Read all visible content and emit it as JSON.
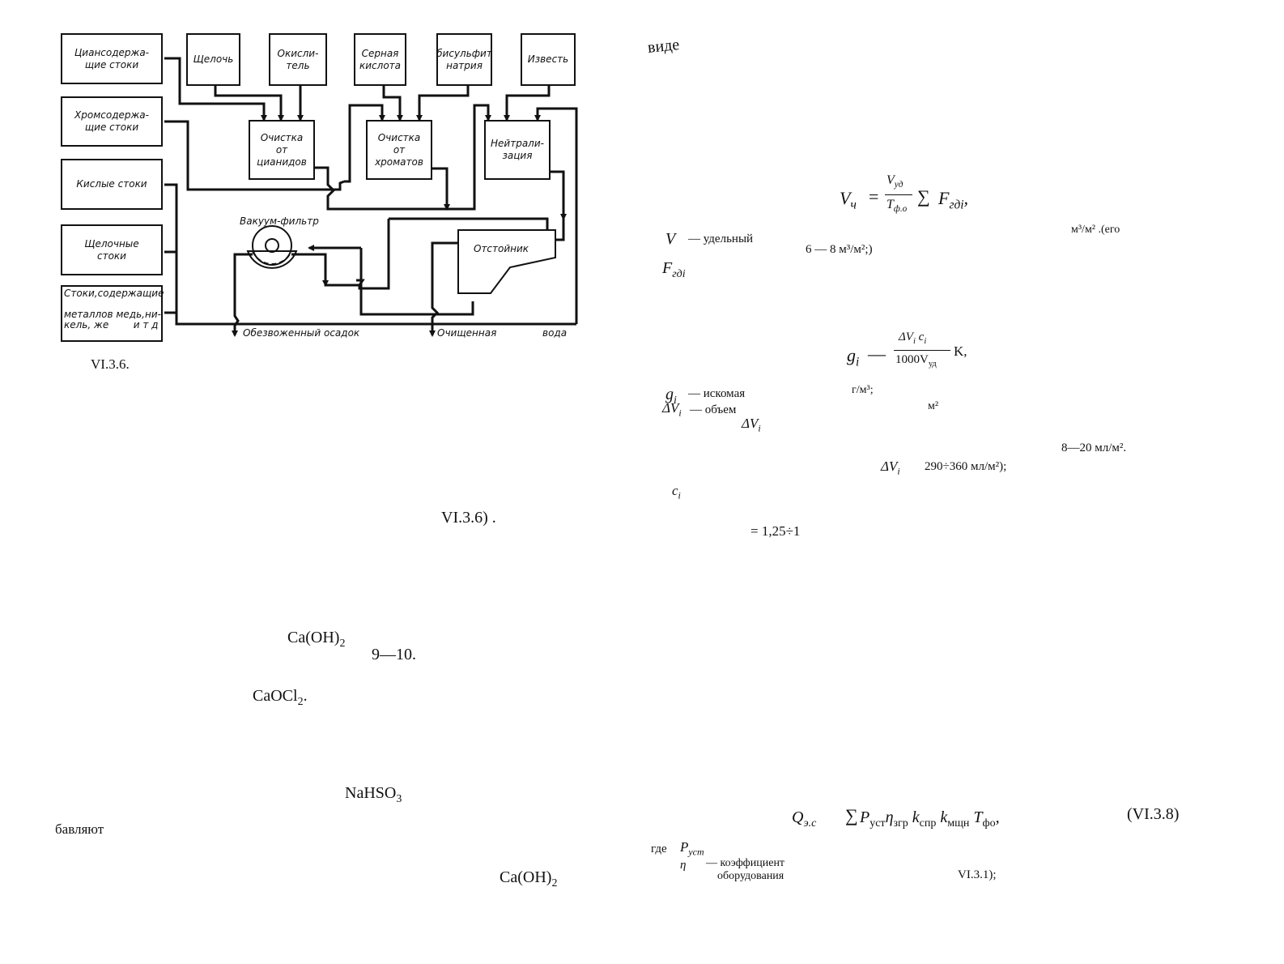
{
  "diagram": {
    "sources": [
      {
        "id": "cyanide",
        "label": "Циансодержа-\nщие стоки"
      },
      {
        "id": "chrome",
        "label": "Хромсодержа-\nщие стоки"
      },
      {
        "id": "acid",
        "label": "Кислые стоки"
      },
      {
        "id": "alkaline",
        "label": "Щелочные\nстоки"
      },
      {
        "id": "metals",
        "label": "Стоки,содержащие\n\nметаллов медь,ни-\nкель, же        и т д"
      }
    ],
    "reagents": [
      {
        "id": "alkali",
        "label": "Щелочь"
      },
      {
        "id": "oxidizer",
        "label": "Окисли-\nтель"
      },
      {
        "id": "sulfuric",
        "label": "Серная\nкислота"
      },
      {
        "id": "bisulfite",
        "label": "бисульфит\nнатрия"
      },
      {
        "id": "lime",
        "label": "Известь"
      }
    ],
    "processes": [
      {
        "id": "cyanide-clean",
        "label": "Очистка\nот\nцианидов"
      },
      {
        "id": "chromate-clean",
        "label": "Очистка\nот\nхроматов"
      },
      {
        "id": "neutralization",
        "label": "Нейтрали-\nзация"
      },
      {
        "id": "settler",
        "label": "Отстойник"
      },
      {
        "id": "vacuum-filter",
        "label": "Вакуум-фильтр"
      }
    ],
    "outputs": {
      "sludge": "Обезвоженный осадок",
      "water_left": "Очищенная",
      "water_right": "вода"
    },
    "caption": "VI.3.6."
  },
  "left_column": {
    "ref_fig": "VI.3.6) .",
    "caoh2_a": "Ca(OH)",
    "caoh2_a_sub": "2",
    "ph_range": "9—10.",
    "caocl2": "CaOCl",
    "caocl2_sub": "2",
    "caocl2_end": ".",
    "nahso3": "NaHSO",
    "nahso3_sub": "3",
    "bavlyaut": "бавляют",
    "caoh2_b": "Ca(OH)",
    "caoh2_b_sub": "2"
  },
  "right_column": {
    "vide": "виде",
    "formula1": {
      "lhs": "V",
      "lhs_sub": "ч",
      "num": "V",
      "num_sub": "уд",
      "den": "T",
      "den_sub": "ф.о",
      "sum": "∑",
      "rhs": "F",
      "rhs_sub": "гд",
      "rhs_i": "i",
      "end": ","
    },
    "vud_def": "— удельный",
    "vud_sym": "V",
    "vud_range": "6 — 8 м³/м²;)",
    "unit_ego": "м³/м²  .(его",
    "fgdi_sym": "F",
    "fgdi_sub": "гдi",
    "formula2": {
      "lhs": "g",
      "lhs_sub": "i",
      "dash": "—",
      "num": "ΔV",
      "num_sub": "i",
      "num_c": "c",
      "num_c_sub": "i",
      "den": "1000V",
      "den_sub": "уд",
      "tail": "K,"
    },
    "gi_def": "— искомая",
    "gi_unit": "г/м³;",
    "dvi_def": "— объем",
    "m2": "м²",
    "dvi_sym2": "ΔV",
    "dvi_sub2": "i",
    "ml_range": "8—20  мл/м².",
    "dvi_sym3": "ΔV",
    "dvi_sub3": "i",
    "ml_range2": "290÷360 мл/м²);",
    "ci_sym": "c",
    "ci_sub": "i",
    "k_range": "= 1,25÷1",
    "formula3": {
      "lhs": "Q",
      "lhs_sub": "э.с",
      "sum": "∑",
      "p": "P",
      "p_sub": "уст",
      "eta": "η",
      "eta_sub": "згр",
      "k1": "k",
      "k1_sub": "спр",
      "k2": "k",
      "k2_sub": "мщн",
      "t": "T",
      "t_sub": "фо",
      "end": ",",
      "number": "(VI.3.8)"
    },
    "gde": "где",
    "pust": "P",
    "pust_sub": "уст",
    "eta_sym": "η",
    "coef_def": "— коэффициент",
    "equip": "оборудования",
    "ref_table": "VI.3.1);"
  }
}
